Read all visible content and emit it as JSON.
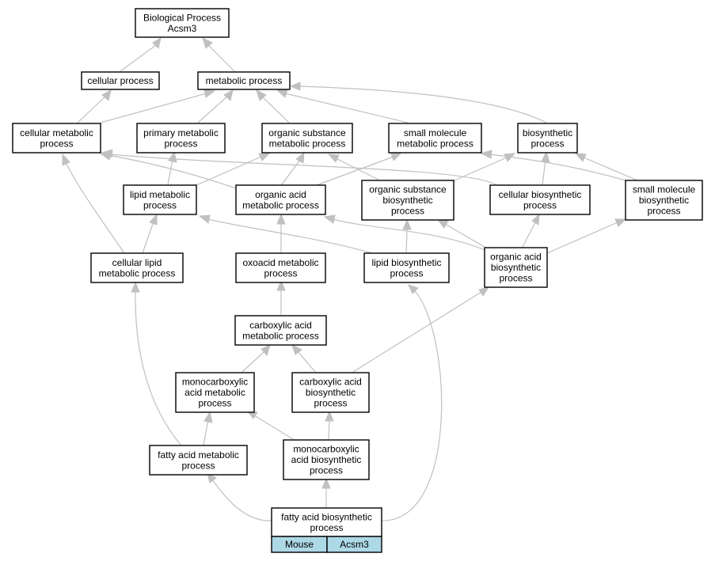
{
  "nodes": {
    "root": {
      "lines": [
        "Biological Process",
        "Acsm3"
      ]
    },
    "cellular_process": {
      "lines": [
        "cellular process"
      ]
    },
    "metabolic_process": {
      "lines": [
        "metabolic process"
      ]
    },
    "cellular_metabolic_process": {
      "lines": [
        "cellular metabolic",
        "process"
      ]
    },
    "primary_metabolic_process": {
      "lines": [
        "primary metabolic",
        "process"
      ]
    },
    "organic_substance_metabolic_process": {
      "lines": [
        "organic substance",
        "metabolic process"
      ]
    },
    "small_molecule_metabolic_process": {
      "lines": [
        "small molecule",
        "metabolic process"
      ]
    },
    "biosynthetic_process": {
      "lines": [
        "biosynthetic",
        "process"
      ]
    },
    "lipid_metabolic_process": {
      "lines": [
        "lipid metabolic",
        "process"
      ]
    },
    "organic_acid_metabolic_process": {
      "lines": [
        "organic acid",
        "metabolic process"
      ]
    },
    "organic_substance_biosynthetic_process": {
      "lines": [
        "organic substance",
        "biosynthetic",
        "process"
      ]
    },
    "cellular_biosynthetic_process": {
      "lines": [
        "cellular biosynthetic",
        "process"
      ]
    },
    "small_molecule_biosynthetic_process": {
      "lines": [
        "small molecule",
        "biosynthetic",
        "process"
      ]
    },
    "cellular_lipid_metabolic_process": {
      "lines": [
        "cellular lipid",
        "metabolic process"
      ]
    },
    "oxoacid_metabolic_process": {
      "lines": [
        "oxoacid metabolic",
        "process"
      ]
    },
    "lipid_biosynthetic_process": {
      "lines": [
        "lipid biosynthetic",
        "process"
      ]
    },
    "organic_acid_biosynthetic_process": {
      "lines": [
        "organic acid",
        "biosynthetic",
        "process"
      ]
    },
    "carboxylic_acid_metabolic_process": {
      "lines": [
        "carboxylic acid",
        "metabolic process"
      ]
    },
    "monocarboxylic_acid_metabolic_process": {
      "lines": [
        "monocarboxylic",
        "acid metabolic",
        "process"
      ]
    },
    "carboxylic_acid_biosynthetic_process": {
      "lines": [
        "carboxylic acid",
        "biosynthetic",
        "process"
      ]
    },
    "fatty_acid_metabolic_process": {
      "lines": [
        "fatty acid metabolic",
        "process"
      ]
    },
    "monocarboxylic_acid_biosynthetic_process": {
      "lines": [
        "monocarboxylic",
        "acid biosynthetic",
        "process"
      ]
    },
    "fatty_acid_biosynthetic_process": {
      "lines": [
        "fatty acid biosynthetic",
        "process"
      ]
    }
  },
  "legend": {
    "species": "Mouse",
    "gene": "Acsm3",
    "color": "#add8e6"
  },
  "colors": {
    "edge": "#c0c0c0",
    "node_border": "#000000",
    "node_fill": "#ffffff",
    "background": "#ffffff"
  },
  "edges": [
    {
      "from": "cellular_process",
      "to": "root"
    },
    {
      "from": "metabolic_process",
      "to": "root"
    },
    {
      "from": "cellular_metabolic_process",
      "to": "cellular_process"
    },
    {
      "from": "cellular_metabolic_process",
      "to": "metabolic_process"
    },
    {
      "from": "primary_metabolic_process",
      "to": "metabolic_process"
    },
    {
      "from": "organic_substance_metabolic_process",
      "to": "metabolic_process"
    },
    {
      "from": "small_molecule_metabolic_process",
      "to": "metabolic_process"
    },
    {
      "from": "biosynthetic_process",
      "to": "metabolic_process"
    },
    {
      "from": "lipid_metabolic_process",
      "to": "primary_metabolic_process"
    },
    {
      "from": "lipid_metabolic_process",
      "to": "organic_substance_metabolic_process"
    },
    {
      "from": "organic_acid_metabolic_process",
      "to": "cellular_metabolic_process"
    },
    {
      "from": "organic_acid_metabolic_process",
      "to": "organic_substance_metabolic_process"
    },
    {
      "from": "organic_acid_metabolic_process",
      "to": "small_molecule_metabolic_process"
    },
    {
      "from": "organic_substance_biosynthetic_process",
      "to": "organic_substance_metabolic_process"
    },
    {
      "from": "organic_substance_biosynthetic_process",
      "to": "biosynthetic_process"
    },
    {
      "from": "cellular_biosynthetic_process",
      "to": "cellular_metabolic_process"
    },
    {
      "from": "cellular_biosynthetic_process",
      "to": "biosynthetic_process"
    },
    {
      "from": "small_molecule_biosynthetic_process",
      "to": "small_molecule_metabolic_process"
    },
    {
      "from": "small_molecule_biosynthetic_process",
      "to": "biosynthetic_process"
    },
    {
      "from": "cellular_lipid_metabolic_process",
      "to": "cellular_metabolic_process"
    },
    {
      "from": "cellular_lipid_metabolic_process",
      "to": "lipid_metabolic_process"
    },
    {
      "from": "oxoacid_metabolic_process",
      "to": "organic_acid_metabolic_process"
    },
    {
      "from": "lipid_biosynthetic_process",
      "to": "lipid_metabolic_process"
    },
    {
      "from": "lipid_biosynthetic_process",
      "to": "organic_substance_biosynthetic_process"
    },
    {
      "from": "organic_acid_biosynthetic_process",
      "to": "organic_acid_metabolic_process"
    },
    {
      "from": "organic_acid_biosynthetic_process",
      "to": "organic_substance_biosynthetic_process"
    },
    {
      "from": "organic_acid_biosynthetic_process",
      "to": "cellular_biosynthetic_process"
    },
    {
      "from": "organic_acid_biosynthetic_process",
      "to": "small_molecule_biosynthetic_process"
    },
    {
      "from": "carboxylic_acid_metabolic_process",
      "to": "oxoacid_metabolic_process"
    },
    {
      "from": "monocarboxylic_acid_metabolic_process",
      "to": "carboxylic_acid_metabolic_process"
    },
    {
      "from": "carboxylic_acid_biosynthetic_process",
      "to": "carboxylic_acid_metabolic_process"
    },
    {
      "from": "carboxylic_acid_biosynthetic_process",
      "to": "organic_acid_biosynthetic_process"
    },
    {
      "from": "fatty_acid_metabolic_process",
      "to": "cellular_lipid_metabolic_process"
    },
    {
      "from": "fatty_acid_metabolic_process",
      "to": "monocarboxylic_acid_metabolic_process"
    },
    {
      "from": "monocarboxylic_acid_biosynthetic_process",
      "to": "monocarboxylic_acid_metabolic_process"
    },
    {
      "from": "monocarboxylic_acid_biosynthetic_process",
      "to": "carboxylic_acid_biosynthetic_process"
    },
    {
      "from": "fatty_acid_biosynthetic_process",
      "to": "fatty_acid_metabolic_process"
    },
    {
      "from": "fatty_acid_biosynthetic_process",
      "to": "monocarboxylic_acid_biosynthetic_process"
    },
    {
      "from": "fatty_acid_biosynthetic_process",
      "to": "lipid_biosynthetic_process"
    }
  ]
}
